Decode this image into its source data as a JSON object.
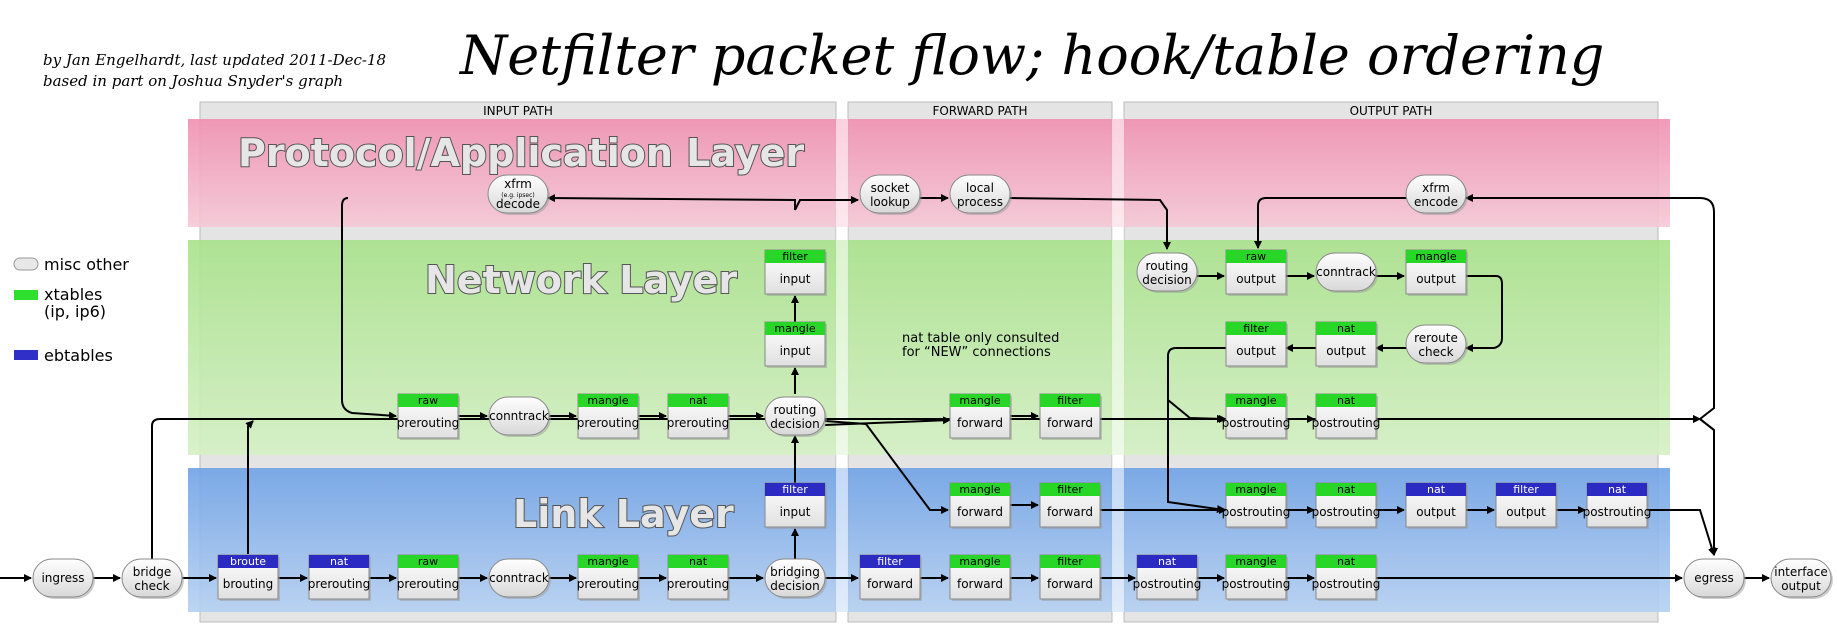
{
  "title": "Netfilter packet flow; hook/table ordering",
  "credits": [
    "by Jan Engelhardt, last updated 2011-Dec-18",
    "based in part on Joshua Snyder's graph"
  ],
  "paths": {
    "input": "INPUT PATH",
    "forward": "FORWARD PATH",
    "output": "OUTPUT PATH"
  },
  "layers": {
    "protocol": "Protocol/Application Layer",
    "network": "Network Layer",
    "link": "Link Layer"
  },
  "legend": [
    {
      "label": "misc other",
      "color": "#e8e8e8"
    },
    {
      "label": "xtables\n(ip, ip6)",
      "color": "#2ee02e"
    },
    {
      "label": "ebtables",
      "color": "#3030c8"
    }
  ],
  "note": "nat table only consulted\nfor “NEW” connections",
  "colors": {
    "xtables": "#27d627",
    "ebtables": "#2b2bc4",
    "misc": "#eeeeee",
    "protocol": "#f1a8c0",
    "network": "#bfe9a8",
    "link": "#8fb8ec",
    "path": "#e6e6e6"
  },
  "nodes": [
    {
      "id": "ingress",
      "kind": "pill",
      "label": "ingress"
    },
    {
      "id": "bridge-check",
      "kind": "pill",
      "label": "bridge\ncheck"
    },
    {
      "id": "link-broute",
      "kind": "box",
      "table": "broute",
      "hook": "brouting",
      "type": "ebtables"
    },
    {
      "id": "link-nat-pre",
      "kind": "box",
      "table": "nat",
      "hook": "prerouting",
      "type": "ebtables"
    },
    {
      "id": "link-raw-pre",
      "kind": "box",
      "table": "raw",
      "hook": "prerouting",
      "type": "xtables"
    },
    {
      "id": "link-conntrack",
      "kind": "pill",
      "label": "conntrack"
    },
    {
      "id": "link-mangle-pre",
      "kind": "box",
      "table": "mangle",
      "hook": "prerouting",
      "type": "xtables"
    },
    {
      "id": "link-nat-pre2",
      "kind": "box",
      "table": "nat",
      "hook": "prerouting",
      "type": "xtables"
    },
    {
      "id": "bridging-decision",
      "kind": "pill",
      "label": "bridging\ndecision"
    },
    {
      "id": "link-filter-input",
      "kind": "box",
      "table": "filter",
      "hook": "input",
      "type": "ebtables"
    },
    {
      "id": "link-filter-fwd",
      "kind": "box",
      "table": "filter",
      "hook": "forward",
      "type": "ebtables"
    },
    {
      "id": "link-mangle-fwd",
      "kind": "box",
      "table": "mangle",
      "hook": "forward",
      "type": "xtables"
    },
    {
      "id": "link-filter-fwd2",
      "kind": "box",
      "table": "filter",
      "hook": "forward",
      "type": "xtables"
    },
    {
      "id": "link-nat-post",
      "kind": "box",
      "table": "nat",
      "hook": "postrouting",
      "type": "ebtables"
    },
    {
      "id": "link-mangle-post",
      "kind": "box",
      "table": "mangle",
      "hook": "postrouting",
      "type": "xtables"
    },
    {
      "id": "link-nat-post2",
      "kind": "box",
      "table": "nat",
      "hook": "postrouting",
      "type": "xtables"
    },
    {
      "id": "egress",
      "kind": "pill",
      "label": "egress"
    },
    {
      "id": "interface-output",
      "kind": "pill",
      "label": "interface\noutput"
    },
    {
      "id": "link-mangle-fwd-b",
      "kind": "box",
      "table": "mangle",
      "hook": "forward",
      "type": "xtables"
    },
    {
      "id": "link-filter-fwd-b",
      "kind": "box",
      "table": "filter",
      "hook": "forward",
      "type": "xtables"
    },
    {
      "id": "link-mangle-post-b",
      "kind": "box",
      "table": "mangle",
      "hook": "postrouting",
      "type": "xtables"
    },
    {
      "id": "link-nat-post-b",
      "kind": "box",
      "table": "nat",
      "hook": "postrouting",
      "type": "xtables"
    },
    {
      "id": "link-nat-output",
      "kind": "box",
      "table": "nat",
      "hook": "output",
      "type": "ebtables"
    },
    {
      "id": "link-filter-output",
      "kind": "box",
      "table": "filter",
      "hook": "output",
      "type": "ebtables"
    },
    {
      "id": "link-nat-post-c",
      "kind": "box",
      "table": "nat",
      "hook": "postrouting",
      "type": "ebtables"
    },
    {
      "id": "net-raw-pre",
      "kind": "box",
      "table": "raw",
      "hook": "prerouting",
      "type": "xtables"
    },
    {
      "id": "net-conntrack",
      "kind": "pill",
      "label": "conntrack"
    },
    {
      "id": "net-mangle-pre",
      "kind": "box",
      "table": "mangle",
      "hook": "prerouting",
      "type": "xtables"
    },
    {
      "id": "net-nat-pre",
      "kind": "box",
      "table": "nat",
      "hook": "prerouting",
      "type": "xtables"
    },
    {
      "id": "routing-decision",
      "kind": "pill",
      "label": "routing\ndecision"
    },
    {
      "id": "net-mangle-input",
      "kind": "box",
      "table": "mangle",
      "hook": "input",
      "type": "xtables"
    },
    {
      "id": "net-filter-input",
      "kind": "box",
      "table": "filter",
      "hook": "input",
      "type": "xtables"
    },
    {
      "id": "net-mangle-fwd",
      "kind": "box",
      "table": "mangle",
      "hook": "forward",
      "type": "xtables"
    },
    {
      "id": "net-filter-fwd",
      "kind": "box",
      "table": "filter",
      "hook": "forward",
      "type": "xtables"
    },
    {
      "id": "net-mangle-post",
      "kind": "box",
      "table": "mangle",
      "hook": "postrouting",
      "type": "xtables"
    },
    {
      "id": "net-nat-post",
      "kind": "box",
      "table": "nat",
      "hook": "postrouting",
      "type": "xtables"
    },
    {
      "id": "out-routing-decision",
      "kind": "pill",
      "label": "routing\ndecision"
    },
    {
      "id": "out-raw-output",
      "kind": "box",
      "table": "raw",
      "hook": "output",
      "type": "xtables"
    },
    {
      "id": "out-conntrack",
      "kind": "pill",
      "label": "conntrack"
    },
    {
      "id": "out-mangle-output",
      "kind": "box",
      "table": "mangle",
      "hook": "output",
      "type": "xtables"
    },
    {
      "id": "reroute-check",
      "kind": "pill",
      "label": "reroute\ncheck"
    },
    {
      "id": "out-nat-output",
      "kind": "box",
      "table": "nat",
      "hook": "output",
      "type": "xtables"
    },
    {
      "id": "out-filter-output",
      "kind": "box",
      "table": "filter",
      "hook": "output",
      "type": "xtables"
    },
    {
      "id": "xfrm-decode",
      "kind": "pill",
      "label": "xfrm\ndecode",
      "small": "(e.g. ipsec)"
    },
    {
      "id": "socket-lookup",
      "kind": "pill",
      "label": "socket\nlookup"
    },
    {
      "id": "local-process",
      "kind": "pill",
      "label": "local\nprocess"
    },
    {
      "id": "xfrm-encode",
      "kind": "pill",
      "label": "xfrm\nencode"
    }
  ]
}
